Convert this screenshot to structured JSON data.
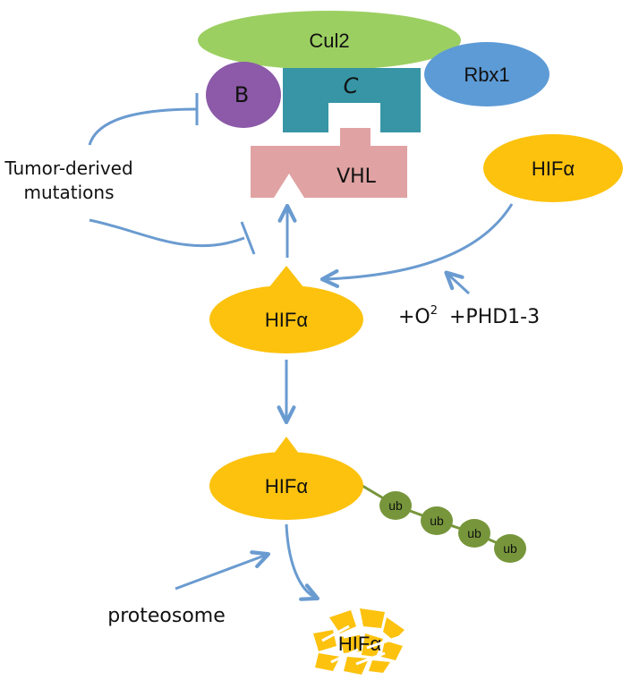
{
  "complex": {
    "cul2": "Cul2",
    "b": "B",
    "c": "C",
    "rbx1": "Rbx1",
    "vhl": "VHL"
  },
  "labels": {
    "tumor_line1": "Tumor-derived",
    "tumor_line2": "mutations",
    "oxygen": "+O",
    "oxygen_sup": "2",
    "phd": "+PHD1-3",
    "proteosome": "proteosome"
  },
  "hif": {
    "free": "HIFα",
    "hydroxylated": "HIFα",
    "ubiquitinated": "HIFα",
    "degraded": "HIFα"
  },
  "ubiquitin": [
    "ub",
    "ub",
    "ub",
    "ub"
  ],
  "colors": {
    "cul2": "#9ccf62",
    "b": "#8c5aa8",
    "c": "#3795a5",
    "rbx1": "#5d9bd6",
    "vhl": "#e0a2a2",
    "hif": "#fcc20e",
    "ub": "#77963b",
    "arrow": "#6a9bd0"
  }
}
